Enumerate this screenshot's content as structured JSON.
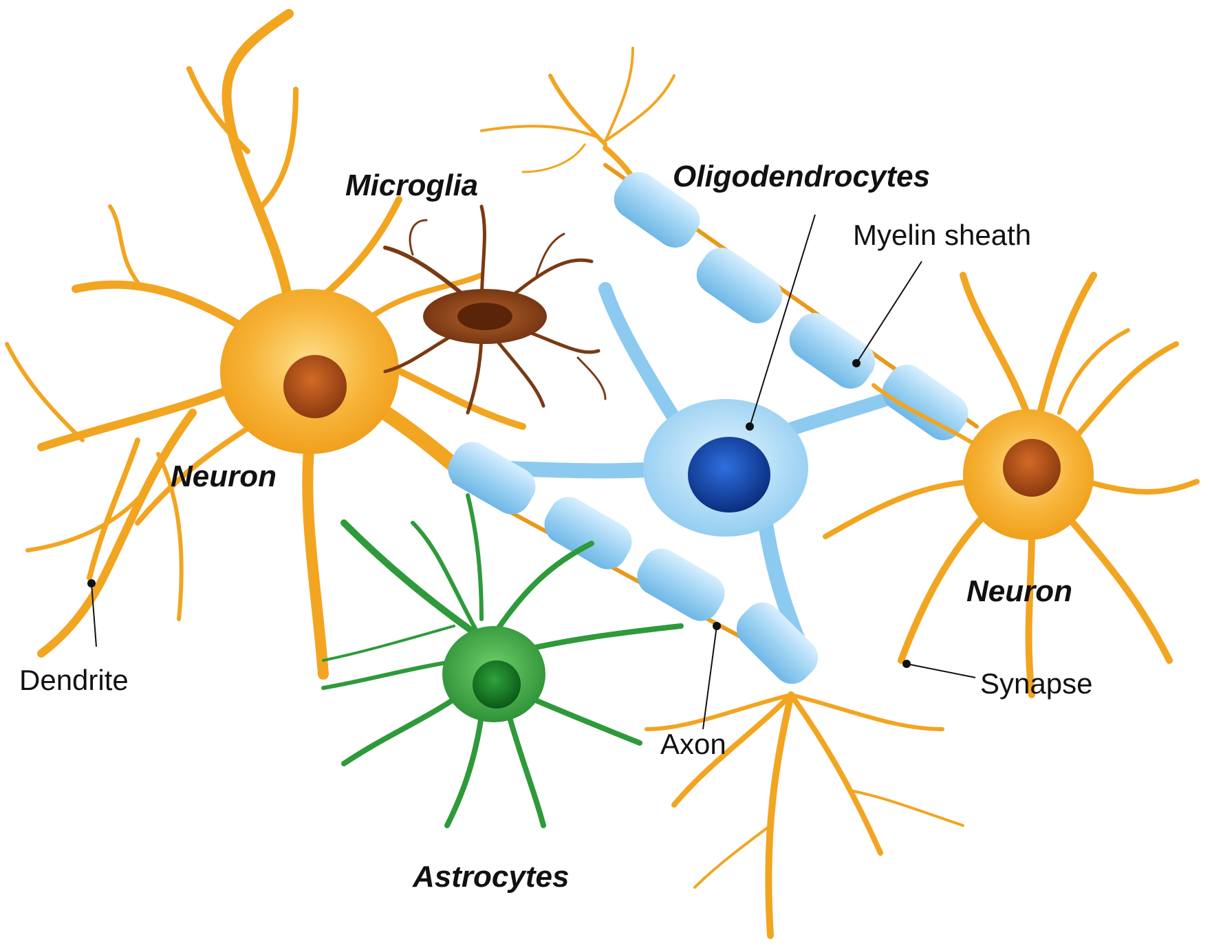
{
  "labels": {
    "microglia": "Microglia",
    "oligodendrocytes": "Oligodendrocytes",
    "myelin_sheath": "Myelin sheath",
    "neuron_left": "Neuron",
    "neuron_right": "Neuron",
    "dendrite": "Dendrite",
    "axon": "Axon",
    "synapse": "Synapse",
    "astrocytes": "Astrocytes"
  },
  "colors": {
    "neuron": "#f5a623",
    "neuron_highlight": "#fbd05a",
    "neuron_nucleus": "#b6501a",
    "microglia": "#7a3a14",
    "microglia_body": "#9b4a1c",
    "oligodendrocyte": "#8ccaf0",
    "oligodendrocyte_nucleus": "#0d3fa3",
    "myelin": "#a9d8f5",
    "astrocyte": "#2e9a3a",
    "astrocyte_nucleus": "#0c6a1c",
    "axon": "#e89a1a",
    "leader_line": "#111111"
  }
}
